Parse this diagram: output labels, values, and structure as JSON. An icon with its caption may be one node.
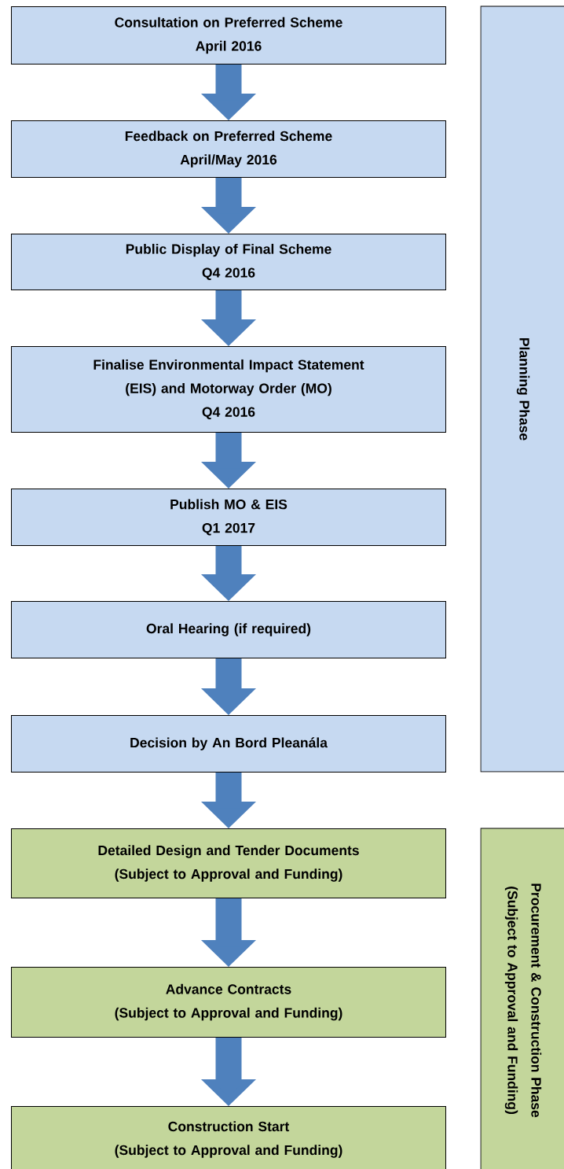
{
  "diagram": {
    "nodes": [
      {
        "text": [
          "Consultation on Preferred Scheme",
          "April 2016"
        ]
      },
      {
        "text": [
          "Feedback on Preferred Scheme",
          "April/May 2016"
        ]
      },
      {
        "text": [
          "Public Display of Final Scheme",
          "Q4 2016"
        ]
      },
      {
        "text": [
          "Finalise Environmental Impact Statement (EIS) and Motorway Order (MO)",
          "Q4 2016"
        ]
      },
      {
        "text": [
          "Publish MO & EIS",
          "Q1 2017"
        ]
      },
      {
        "text": [
          "Oral Hearing (if required)"
        ]
      },
      {
        "text": [
          "Decision by An Bord Pleanála"
        ]
      },
      {
        "text": [
          "Detailed Design and Tender Documents",
          "(Subject to Approval and Funding)"
        ]
      },
      {
        "text": [
          "Advance Contracts",
          "(Subject to Approval and Funding)"
        ]
      },
      {
        "text": [
          "Construction Start",
          "(Subject to Approval and Funding)"
        ]
      },
      {
        "text": [
          "Planning Phase"
        ]
      },
      {
        "text": [
          "Procurement & Construction Phase",
          "(Subject to Approval and Funding)"
        ]
      }
    ],
    "edges": [
      {
        "from": 0,
        "to": 1,
        "arrow": "to"
      },
      {
        "from": 1,
        "to": 2,
        "arrow": "to"
      },
      {
        "from": 2,
        "to": 3,
        "arrow": "to"
      },
      {
        "from": 3,
        "to": 4,
        "arrow": "to"
      },
      {
        "from": 4,
        "to": 5,
        "arrow": "to"
      },
      {
        "from": 5,
        "to": 6,
        "arrow": "to"
      },
      {
        "from": 6,
        "to": 7,
        "arrow": "to"
      },
      {
        "from": 7,
        "to": 8,
        "arrow": "to"
      },
      {
        "from": 8,
        "to": 9,
        "arrow": "to"
      }
    ]
  }
}
